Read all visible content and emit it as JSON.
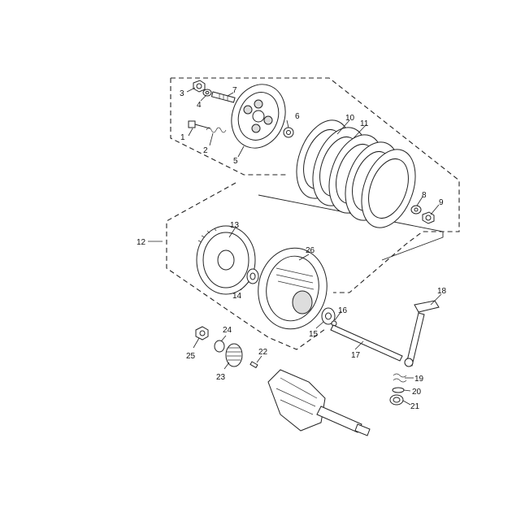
{
  "diagram": {
    "callouts": [
      {
        "id": "c1",
        "label": "1"
      },
      {
        "id": "c2",
        "label": "2"
      },
      {
        "id": "c3",
        "label": "3"
      },
      {
        "id": "c4",
        "label": "4"
      },
      {
        "id": "c5",
        "label": "5"
      },
      {
        "id": "c6",
        "label": "6"
      },
      {
        "id": "c7",
        "label": "7"
      },
      {
        "id": "c8",
        "label": "8"
      },
      {
        "id": "c9",
        "label": "9"
      },
      {
        "id": "c10",
        "label": "10"
      },
      {
        "id": "c11",
        "label": "11"
      },
      {
        "id": "c12",
        "label": "12"
      },
      {
        "id": "c13",
        "label": "13"
      },
      {
        "id": "c14",
        "label": "14"
      },
      {
        "id": "c15",
        "label": "15"
      },
      {
        "id": "c16",
        "label": "16"
      },
      {
        "id": "c17",
        "label": "17"
      },
      {
        "id": "c18",
        "label": "18"
      },
      {
        "id": "c19",
        "label": "19"
      },
      {
        "id": "c20",
        "label": "20"
      },
      {
        "id": "c21",
        "label": "21"
      },
      {
        "id": "c22",
        "label": "22"
      },
      {
        "id": "c23",
        "label": "23"
      },
      {
        "id": "c24",
        "label": "24"
      },
      {
        "id": "c25",
        "label": "25"
      },
      {
        "id": "c26",
        "label": "26"
      }
    ]
  }
}
